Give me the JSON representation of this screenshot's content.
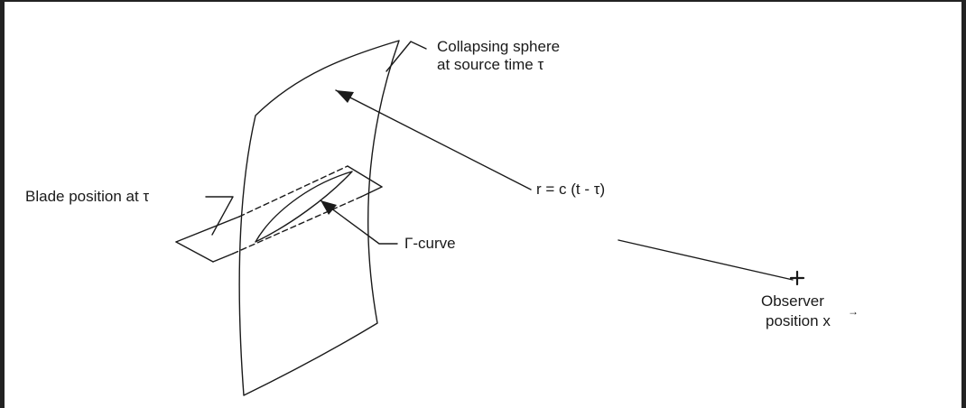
{
  "labels": {
    "sphere_line1": "Collapsing sphere",
    "sphere_line2": "at source time τ",
    "blade": "Blade position at τ",
    "distance": "r = c (t - τ)",
    "gamma_curve": "Γ-curve",
    "observer_line1": "Observer",
    "observer_line2": "position x",
    "observer_vector_accent": "→"
  },
  "colors": {
    "ink": "#1a1a1a",
    "frame": "#222222",
    "background": "#ffffff"
  }
}
